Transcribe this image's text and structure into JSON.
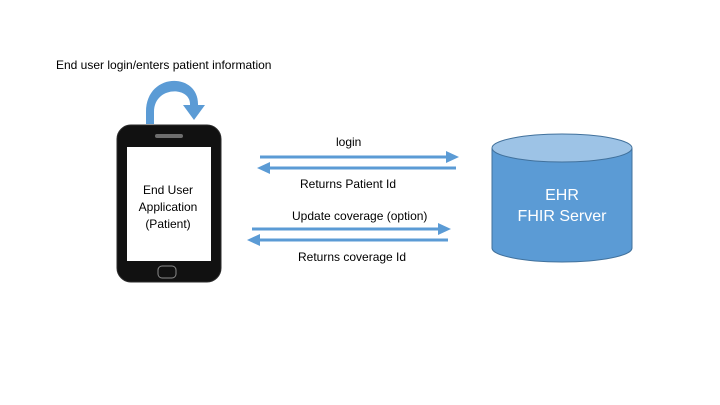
{
  "self_loop_label": "End user login/enters patient information",
  "phone": {
    "lines": [
      "End User",
      "Application",
      "(Patient)"
    ]
  },
  "database": {
    "lines": [
      "EHR",
      "FHIR Server"
    ]
  },
  "flows": [
    {
      "label": "login",
      "direction": "to-server"
    },
    {
      "label": "Returns Patient Id",
      "direction": "to-phone"
    },
    {
      "label": "Update coverage (option)",
      "direction": "to-server"
    },
    {
      "label": "Returns coverage Id",
      "direction": "to-phone"
    }
  ],
  "colors": {
    "accent": "#5b9bd5",
    "db_top": "#9dc3e6",
    "db_edge": "#41719c",
    "phone_body": "#111111",
    "phone_screen": "#ffffff",
    "text": "#000000",
    "db_text": "#ffffff"
  }
}
